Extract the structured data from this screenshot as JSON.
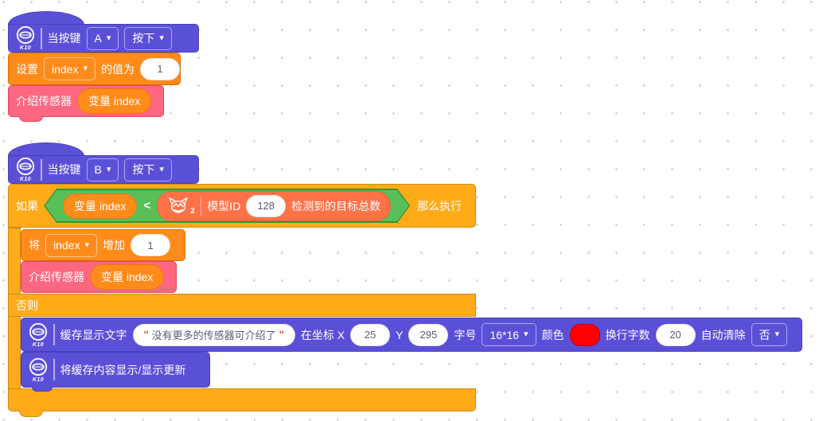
{
  "board_label": "K10",
  "icons": {
    "dropdown_arrow": "▾"
  },
  "colors": {
    "block_purple": "#5a50d8",
    "block_orange": "#ff8c1a",
    "block_pink": "#ff6680",
    "block_gold": "#ffab19",
    "hex_green": "#59c059",
    "husky_red_orange": "#ff7147",
    "swatch_red": "#ff0000",
    "quote_accent": "#e8562f"
  },
  "stack1": {
    "hat": {
      "when_label": "当按键",
      "key_value": "A",
      "state_value": "按下"
    },
    "set_block": {
      "set_label": "设置",
      "var_value": "index",
      "to_label": "的值为",
      "value": "1"
    },
    "intro_block": {
      "label": "介绍传感器",
      "arg": "变量 index"
    }
  },
  "stack2": {
    "hat": {
      "when_label": "当按键",
      "key_value": "B",
      "state_value": "按下"
    },
    "if_block": {
      "if_label": "如果",
      "then_label": "那么执行",
      "else_label": "否则"
    },
    "condition": {
      "left_arg": "变量 index",
      "operator": "<",
      "husky_reporter": {
        "subscript": "2",
        "model_label": "模型ID",
        "model_id": "128",
        "suffix_label": "检测到的目标总数"
      }
    },
    "change_block": {
      "prefix": "将",
      "var_value": "index",
      "by_label": "增加",
      "value": "1"
    },
    "intro_block": {
      "label": "介绍传感器",
      "arg": "变量 index"
    },
    "cache_block": {
      "label": "缓存显示文字",
      "quote_open": "\"",
      "text": "没有更多的传感器可介绍了",
      "quote_close": "\"",
      "coord_label": "在坐标 X",
      "x_value": "25",
      "y_label": "Y",
      "y_value": "295",
      "fontsize_label": "字号",
      "fontsize_value": "16*16",
      "color_label": "颜色",
      "wrap_label": "换行字数",
      "wrap_value": "20",
      "clear_label": "自动清除",
      "clear_value": "否"
    },
    "update_block": {
      "label": "将缓存内容显示/显示更新"
    }
  }
}
